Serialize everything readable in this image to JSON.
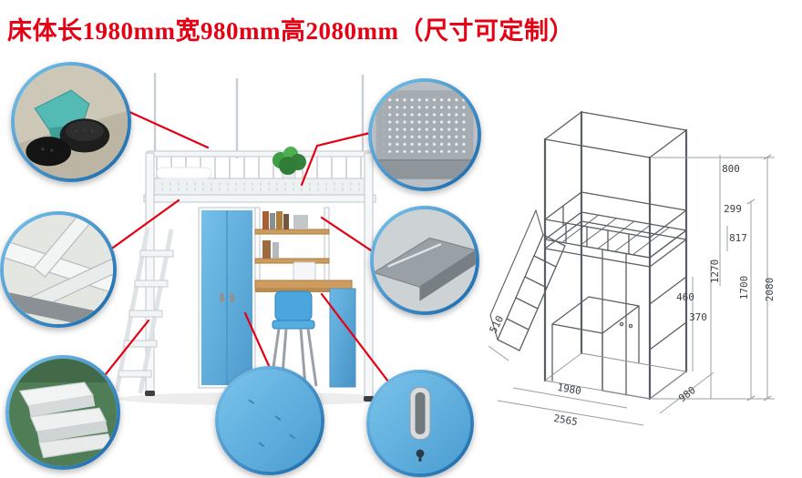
{
  "title": "床体长1980mm宽980mm高2080mm（尺寸可定制）",
  "diagram": {
    "dims": [
      "800",
      "299",
      "817",
      "1270",
      "1700",
      "2080",
      "460",
      "370",
      "510",
      "1980",
      "2565",
      "980"
    ]
  },
  "colors": {
    "red": "#e60013",
    "ring1": "#7ec6ee",
    "ring2": "#1565a8",
    "blue1": "#79c3ec",
    "blue2": "#4a9dd1",
    "teal": "#54bab4",
    "wood": "#cf9c5f"
  }
}
